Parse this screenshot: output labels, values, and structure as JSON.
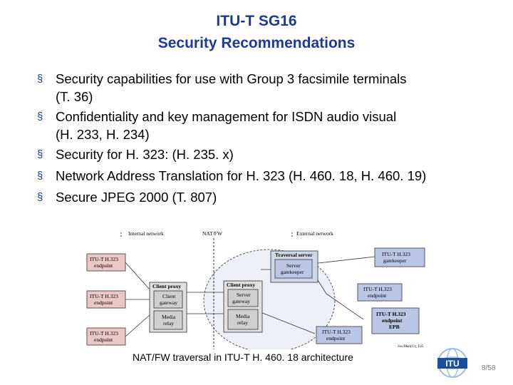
{
  "slide": {
    "title_line1": "ITU-T SG16",
    "title_line2": "Security Recommendations",
    "bullets": [
      {
        "text": "Security capabilities for use with Group 3 facsimile terminals",
        "sub": "(T. 36)"
      },
      {
        "text": "Confidentiality and key management for ISDN audio visual",
        "sub": "(H. 233, H. 234)"
      },
      {
        "text": "Security for H. 323: (H. 235. x)",
        "sub": ""
      },
      {
        "text": "Network Address Translation for H. 323 (H. 460. 18, H. 460. 19)",
        "sub": ""
      },
      {
        "text": "Secure JPEG 2000 (T. 807)",
        "sub": ""
      }
    ],
    "bullet_marker": "§",
    "caption": "NAT/FW traversal in ITU-T H. 460. 18 architecture",
    "page": "8/58",
    "logo_text": "ITU"
  },
  "diagram": {
    "internal_network": "Internal network",
    "nat_fw": "NAT/FW",
    "external_network": "External network",
    "traversal_server": "Traversal server",
    "client_proxy_left": "Client proxy",
    "client_proxy_right": "Client proxy",
    "ep1_l1": "ITU-T H.323",
    "ep1_l2": "endpoint",
    "ep2_l1": "ITU-T H.323",
    "ep2_l2": "endpoint",
    "ep3_l1": "ITU-T H.323",
    "ep3_l2": "endpoint",
    "client_gateway_l1": "Client",
    "client_gateway_l2": "gateway",
    "media_relay_l_l1": "Media",
    "media_relay_l_l2": "relay",
    "server_gatekeeper_l1": "Server",
    "server_gatekeeper_l2": "gatekeeper",
    "server_gateway_l1": "Server",
    "server_gateway_l2": "gateway",
    "media_relay_r_l1": "Media",
    "media_relay_r_l2": "relay",
    "ext_gk_l1": "ITU-T H.323",
    "ext_gk_l2": "gatekeeper",
    "ext_ep1_l1": "ITU-T H.323",
    "ext_ep1_l2": "endpoint",
    "ext_epb_l1": "ITU-T H.323",
    "ext_epb_l2": "endpoint",
    "ext_epb_l3": "EPB",
    "ext_ep3_l1": "ITU-T H.323",
    "ext_ep3_l2": "endpoint",
    "source_note": "SwcMan(11)_F45"
  },
  "colors": {
    "title": "#1f3a93",
    "bullet_marker": "#1f3a93",
    "internal_box": "#ebc7c7",
    "external_box": "#b9c6e6",
    "proxy_box": "#e0e0e0",
    "ellipse": "#edf1f7"
  }
}
